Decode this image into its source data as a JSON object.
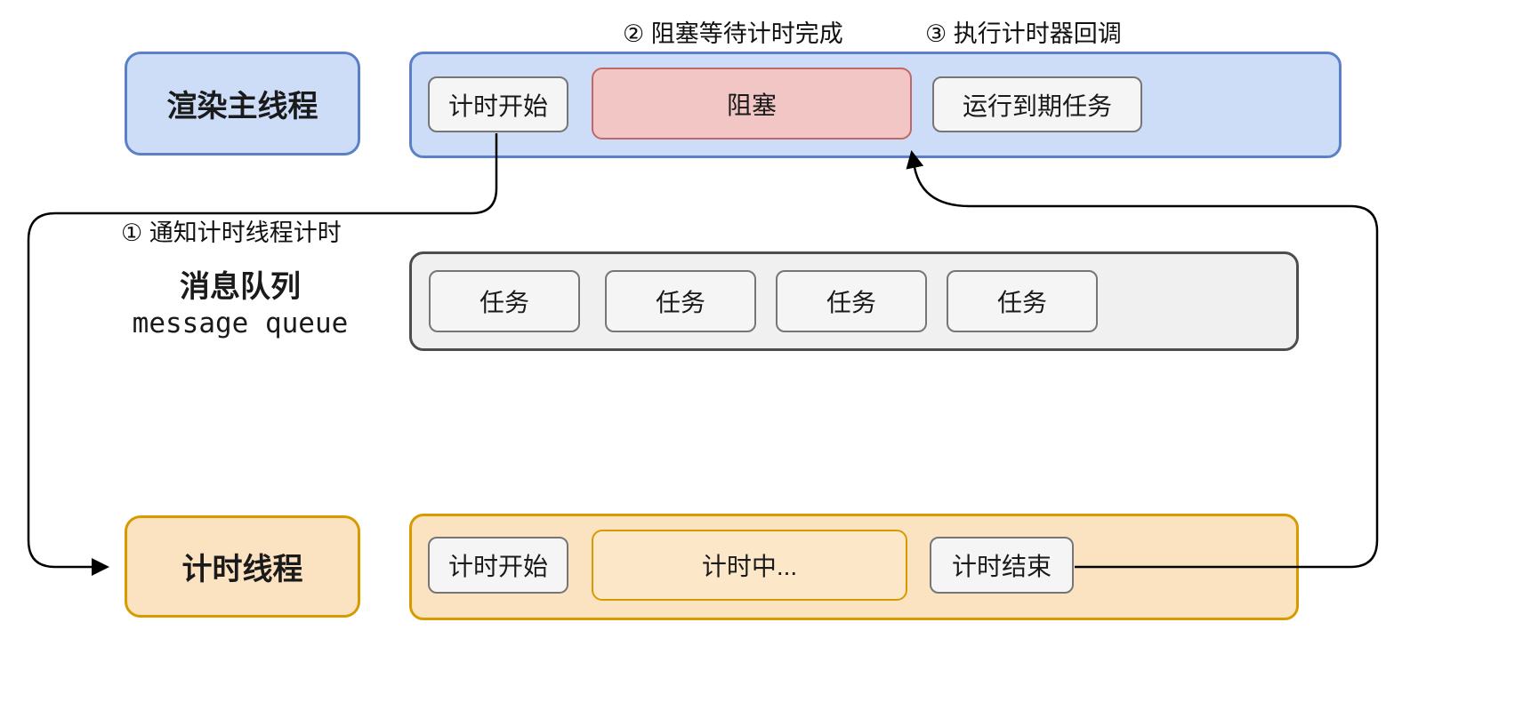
{
  "annotations": {
    "step1": "① 通知计时线程计时",
    "step2": "② 阻塞等待计时完成",
    "step3": "③ 执行计时器回调"
  },
  "main_thread": {
    "label": "渲染主线程",
    "timer_start": "计时开始",
    "blocked": "阻塞",
    "run_expired": "运行到期任务"
  },
  "message_queue": {
    "label_cn": "消息队列",
    "label_en": "message queue",
    "tasks": [
      "任务",
      "任务",
      "任务",
      "任务"
    ]
  },
  "timer_thread": {
    "label": "计时线程",
    "timer_start": "计时开始",
    "timing": "计时中...",
    "timer_end": "计时结束"
  },
  "colors": {
    "blue_fill": "#cdddf8",
    "blue_border": "#5b80c7",
    "red_fill": "#f3c6c6",
    "red_border": "#c06868",
    "orange_fill": "#fbe3c2",
    "orange_border": "#d79b00",
    "gray_fill": "#f5f5f5",
    "gray_border": "#767676",
    "track_gray_border": "#4d4d4d",
    "arrow": "#000000"
  }
}
